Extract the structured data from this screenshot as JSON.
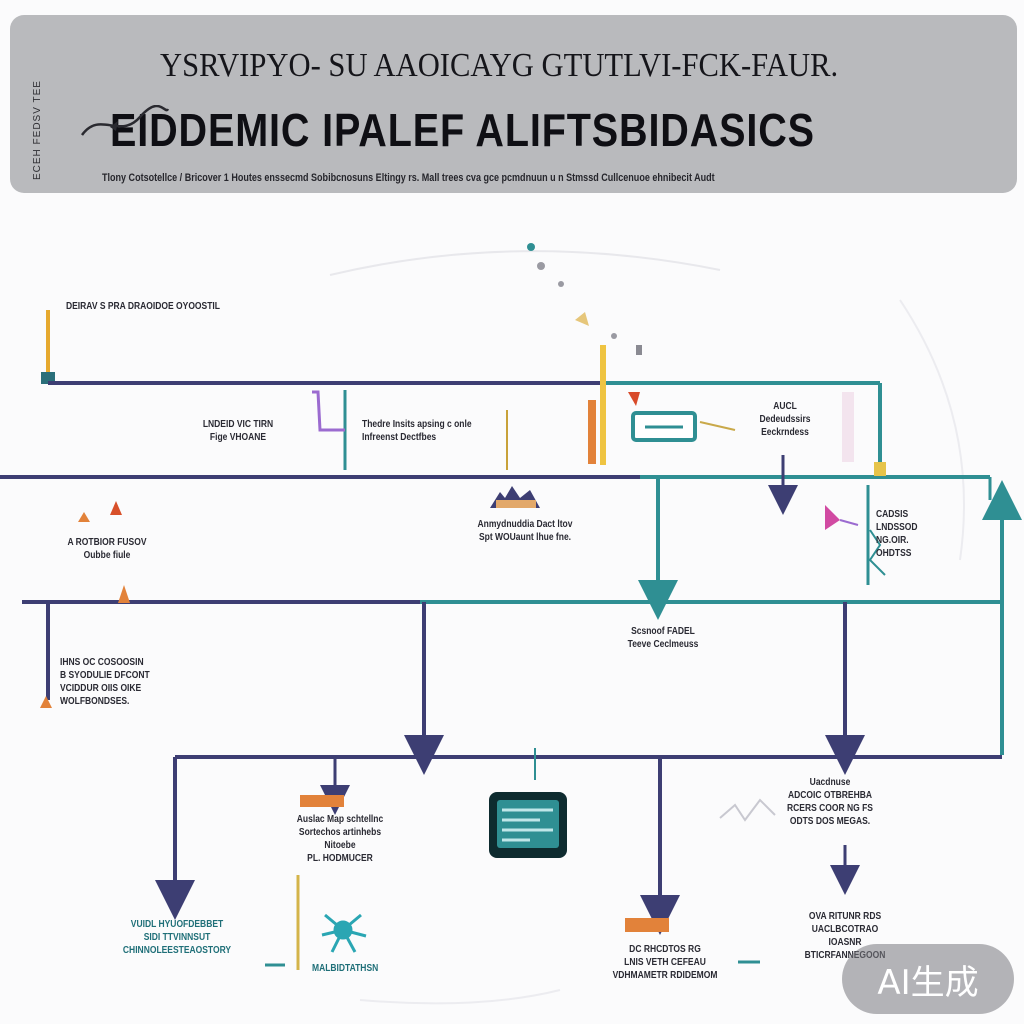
{
  "header": {
    "side_mark": "ECEH FEDSV TEE",
    "line1": "YSRVIPYO- SU AAOICAYG  GTUTLVI-FCK-FAUR.",
    "line2": "EIDDEMIC IPALEF  ALIFTSBIDASICS",
    "line3": "Tlony Cotsotellce / Bricover 1 Houtes enssecmd Sobibcnosuns Eltingy rs. Mall trees cva gce pcmdnuun u n Stmssd Cullcenuoe ehnibecit Audt"
  },
  "labels": {
    "l01": "DEIRAV S PRA DRAOIDOE OYOOSTIL",
    "l02": "LNDEID VIC TIRN\nFige VHOANE",
    "l03": "Thedre Insits apsing c onle\nInfreenst Dectfbes",
    "l04": "AUCL\nDedeudssirs\nEeckrndess",
    "l05": "A ROTBIOR FUSOV\nOubbe fiule",
    "l06": "Anmydnuddia Dact ltov\nSpt WOUaunt lhue fne.",
    "l07": "CADSIS\nLNDSSOD\nNG.OIR.\nOHDTSS",
    "l08": "Scsnoof FADEL\nTeeve  Ceclmeuss",
    "l09": "IHNS OC COSOOSIN\nB  SYODULIE DFCONT\nVCIDDUR OIIS OIKE\nWOLFBONDSES.",
    "l10": "Uacdnuse\nADCOIC OTBREHBA\nRCERS COOR NG FS\nODTS DOS MEGAS.",
    "l11": "Auslac Map schtellnc\nSortechos artinhebs\nNitoebe\nPL. HODMUCER",
    "l12": "VUIDL HYUOFDEBBET\nSIDI TTVINNSUT\nCHINNOLEESTEAOSTORY",
    "l13": "MALBIDTATHSN",
    "l14": "DC RHCDTOS RG\nLNIS VETH CEFEAU\nVDHMAMETR RDIDEMOM",
    "l15": "OVA RITUNR RDS\nUACLBCOTRAO\nIOASNR\nBTICRFANNEGOON"
  },
  "badge": "AI生成",
  "colors": {
    "navy": "#3d3e73",
    "teal": "#2f8f93",
    "orange": "#e2823a",
    "yellow": "#efc442",
    "purple": "#9b6bd0",
    "magenta": "#d14aa2",
    "monitor": "#0e2b2f",
    "header_bg": "#b9babd"
  }
}
